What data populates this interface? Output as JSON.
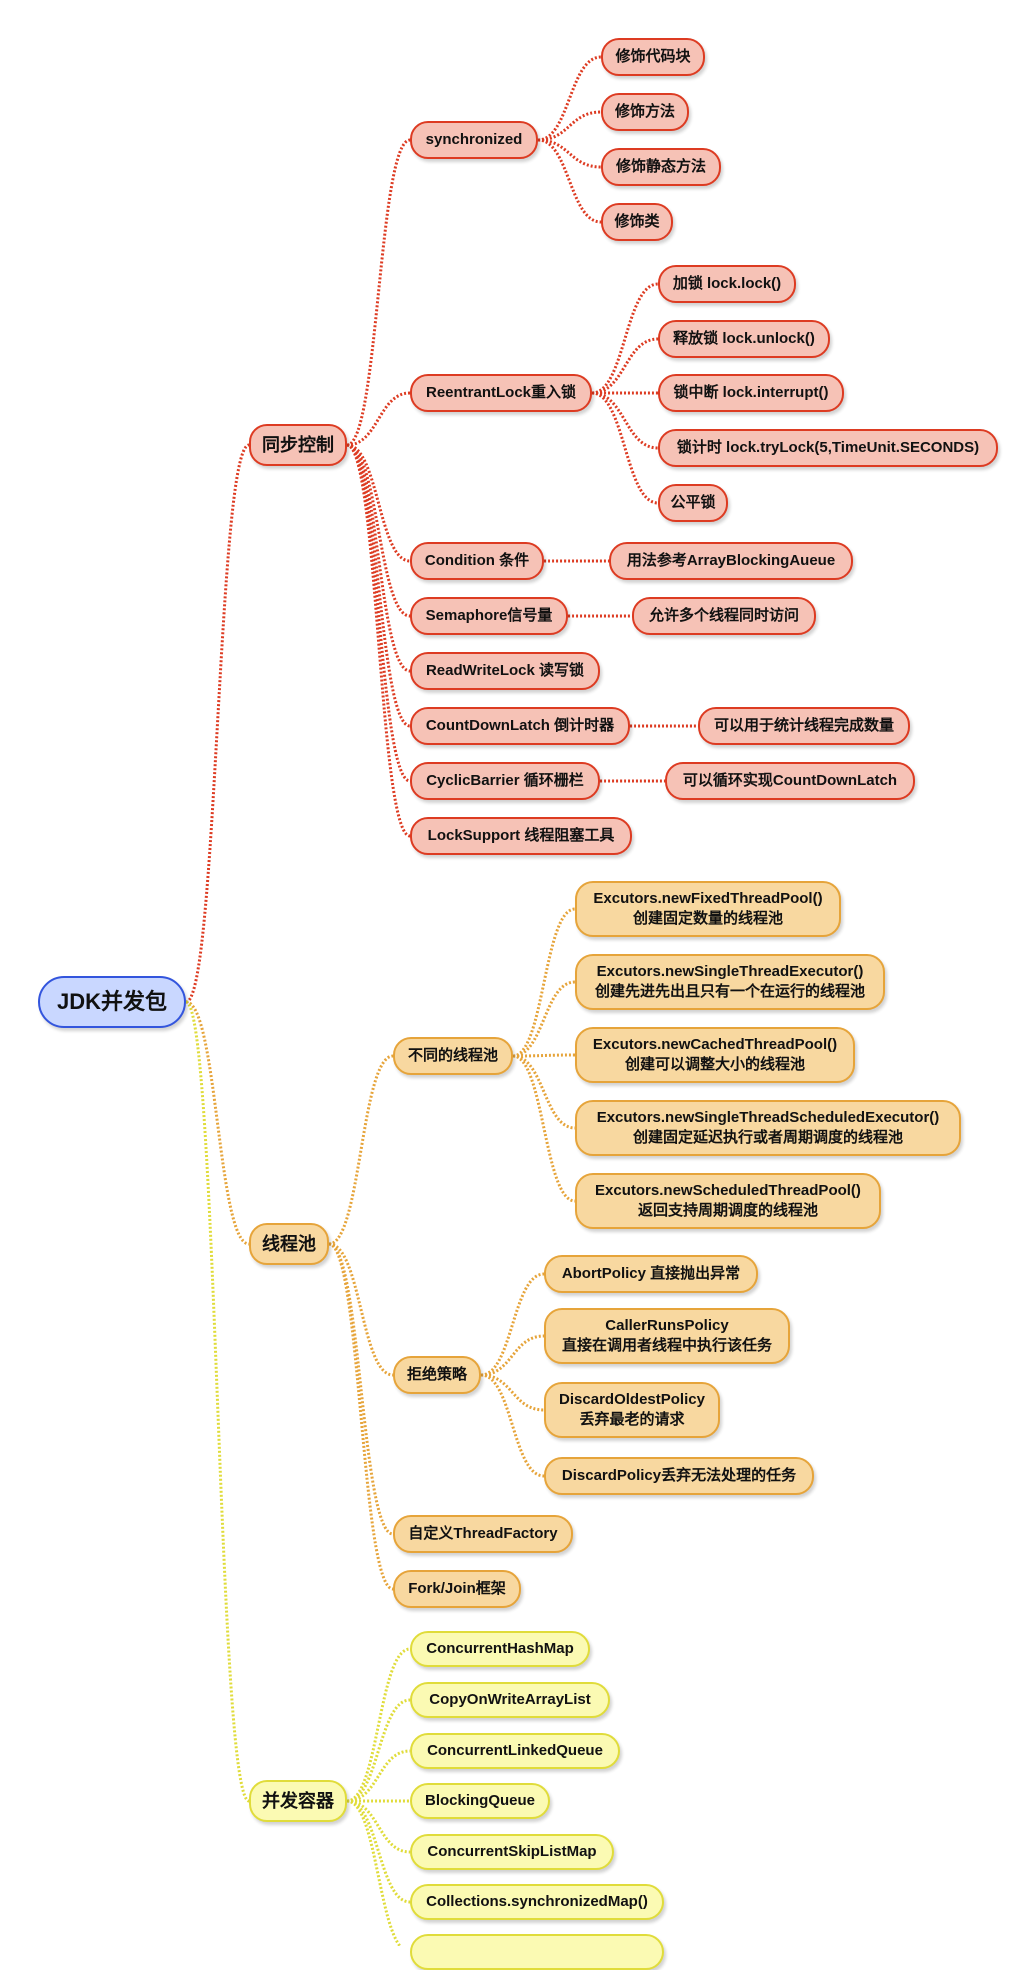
{
  "root": "JDK并发包",
  "colors": {
    "root": "#3355dd",
    "sync": "#dd3b22",
    "pool": "#e6a43a",
    "container": "#e0dc3a"
  },
  "branches": {
    "sync": {
      "label": "同步控制",
      "synchronized": {
        "label": "synchronized",
        "children": [
          "修饰代码块",
          "修饰方法",
          "修饰静态方法",
          "修饰类"
        ]
      },
      "reentrant": {
        "label": "ReentrantLock重入锁",
        "children": [
          "加锁 lock.lock()",
          "释放锁 lock.unlock()",
          "锁中断 lock.interrupt()",
          "锁计时 lock.tryLock(5,TimeUnit.SECONDS)",
          "公平锁"
        ]
      },
      "condition": {
        "label": "Condition 条件",
        "note": "用法参考ArrayBlockingAueue"
      },
      "semaphore": {
        "label": "Semaphore信号量",
        "note": "允许多个线程同时访问"
      },
      "readwrite": {
        "label": "ReadWriteLock 读写锁"
      },
      "countdown": {
        "label": "CountDownLatch 倒计时器",
        "note": "可以用于统计线程完成数量"
      },
      "cyclic": {
        "label": "CyclicBarrier 循环栅栏",
        "note": "可以循环实现CountDownLatch"
      },
      "locksupport": {
        "label": "LockSupport 线程阻塞工具"
      }
    },
    "pool": {
      "label": "线程池",
      "kinds": {
        "label": "不同的线程池",
        "children": [
          {
            "line1": "Excutors.newFixedThreadPool()",
            "line2": "创建固定数量的线程池"
          },
          {
            "line1": "Excutors.newSingleThreadExecutor()",
            "line2": "创建先进先出且只有一个在运行的线程池"
          },
          {
            "line1": "Excutors.newCachedThreadPool()",
            "line2": "创建可以调整大小的线程池"
          },
          {
            "line1": "Excutors.newSingleThreadScheduledExecutor()",
            "line2": "创建固定延迟执行或者周期调度的线程池"
          },
          {
            "line1": "Excutors.newScheduledThreadPool()",
            "line2": "返回支持周期调度的线程池"
          }
        ]
      },
      "reject": {
        "label": "拒绝策略",
        "children": [
          {
            "line1": "AbortPolicy 直接抛出异常",
            "line2": ""
          },
          {
            "line1": "CallerRunsPolicy",
            "line2": "直接在调用者线程中执行该任务"
          },
          {
            "line1": "DiscardOldestPolicy",
            "line2": "丢弃最老的请求"
          },
          {
            "line1": "DiscardPolicy丢弃无法处理的任务",
            "line2": ""
          }
        ]
      },
      "factory": "自定义ThreadFactory",
      "forkjoin": "Fork/Join框架"
    },
    "container": {
      "label": "并发容器",
      "children": [
        "ConcurrentHashMap",
        "CopyOnWriteArrayList",
        "ConcurrentLinkedQueue",
        "BlockingQueue",
        "ConcurrentSkipListMap",
        "Collections.synchronizedMap()"
      ]
    }
  }
}
